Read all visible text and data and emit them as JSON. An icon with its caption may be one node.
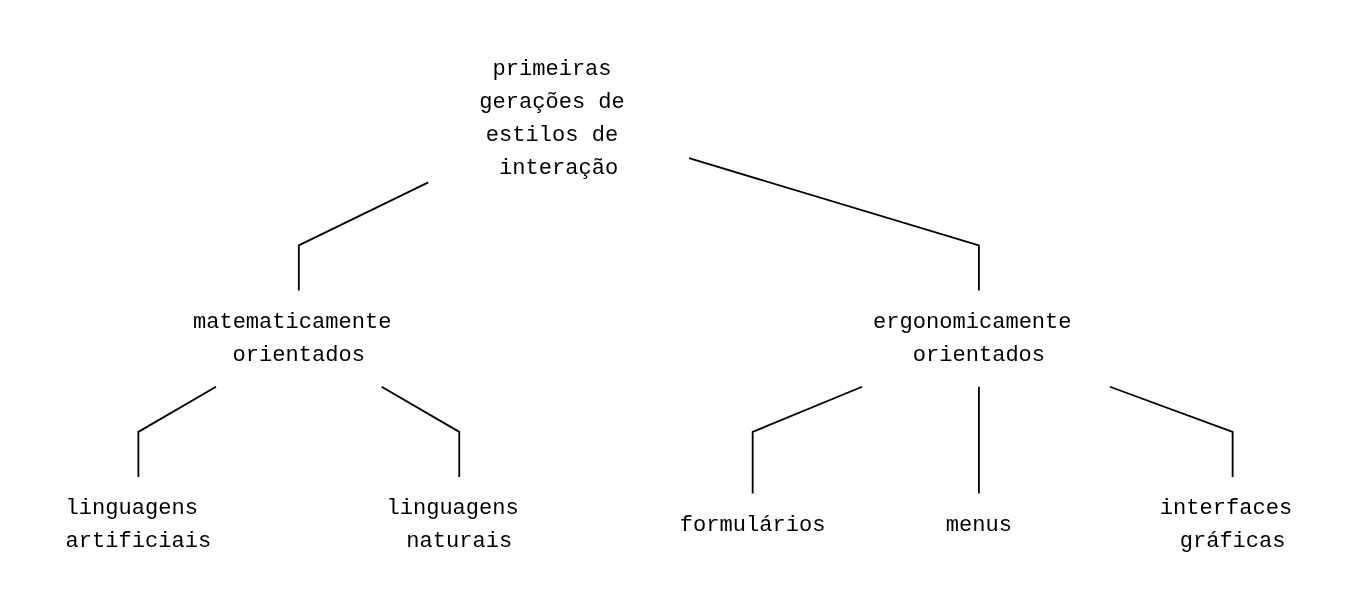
{
  "diagram": {
    "nodes": [
      {
        "text": [
          "primeiras gerações de estilos de interação"
        ]
      },
      {
        "text": [
          "matematicamente orientados"
        ]
      },
      {
        "text": [
          "ergonomicamente orientados"
        ]
      },
      {
        "text": [
          "linguagens artificiais"
        ]
      },
      {
        "text": [
          "linguagens naturais"
        ]
      },
      {
        "text": [
          "formulários"
        ]
      },
      {
        "text": [
          "menus"
        ]
      },
      {
        "text": [
          "interfaces gráficas"
        ]
      }
    ],
    "edges": [
      {
        "from": 0,
        "to": 1,
        "arrow": "none"
      },
      {
        "from": 0,
        "to": 2,
        "arrow": "none"
      },
      {
        "from": 1,
        "to": 3,
        "arrow": "none"
      },
      {
        "from": 1,
        "to": 4,
        "arrow": "none"
      },
      {
        "from": 2,
        "to": 5,
        "arrow": "none"
      },
      {
        "from": 2,
        "to": 6,
        "arrow": "none"
      },
      {
        "from": 2,
        "to": 7,
        "arrow": "none"
      }
    ]
  }
}
